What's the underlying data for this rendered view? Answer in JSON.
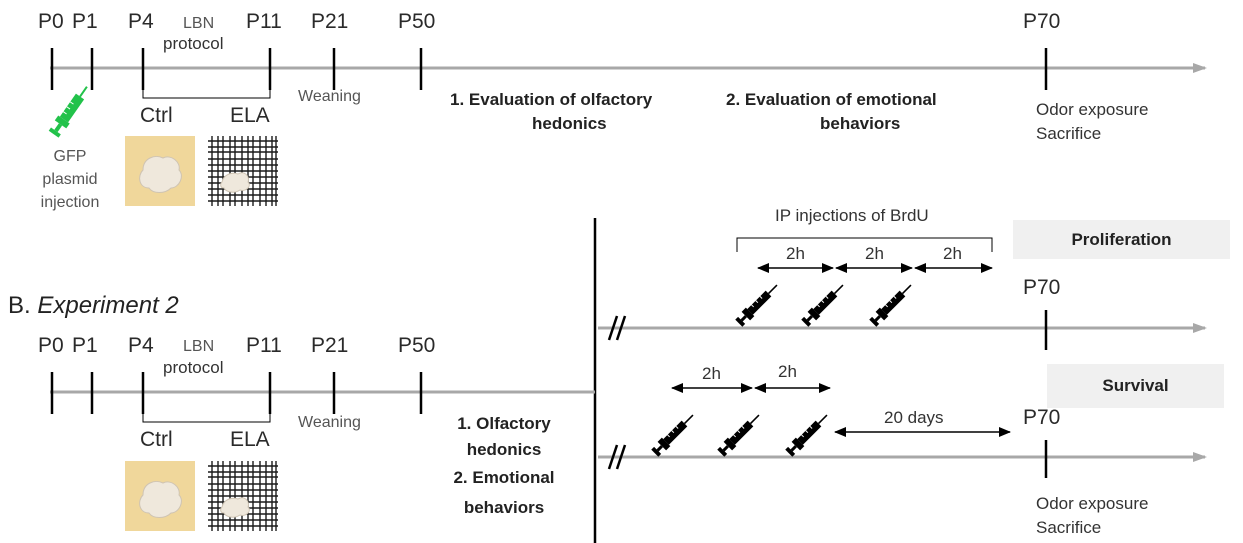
{
  "experiment1": {
    "days": [
      "P0",
      "P1",
      "P4",
      "P11",
      "P21",
      "P50",
      "P70"
    ],
    "lbn_label": "LBN",
    "protocol_label": "protocol",
    "weaning": "Weaning",
    "step1": [
      "1. Evaluation of olfactory",
      "hedonics"
    ],
    "step2": [
      "2. Evaluation of emotional",
      "behaviors"
    ],
    "end_event": [
      "Odor exposure",
      "Sacrifice"
    ],
    "injection": [
      "GFP",
      "plasmid",
      "injection"
    ],
    "ctrl": "Ctrl",
    "ela": "ELA"
  },
  "experiment2": {
    "title_prefix": "B.",
    "title_italic": "Experiment 2",
    "days": [
      "P0",
      "P1",
      "P4",
      "P11",
      "P21",
      "P50"
    ],
    "lbn_label": "LBN",
    "protocol_label": "protocol",
    "weaning": "Weaning",
    "steps": [
      "1. Olfactory",
      "hedonics",
      "2. Emotional",
      "behaviors"
    ],
    "ctrl": "Ctrl",
    "ela": "ELA",
    "proliferation": {
      "box_label": "Proliferation",
      "bracket_label": "IP injections of BrdU",
      "intervals": [
        "2h",
        "2h",
        "2h"
      ],
      "end_day": "P70"
    },
    "survival": {
      "box_label": "Survival",
      "intervals": [
        "2h",
        "2h"
      ],
      "wait": "20 days",
      "end_day": "P70",
      "end_event": [
        "Odor exposure",
        "Sacrifice"
      ]
    }
  },
  "colors": {
    "axis": "#a8a8a8",
    "tick": "#000000",
    "syringe_green": "#22c24a",
    "cage_ctrl": "#f0d79b",
    "box_bg": "#f0f0f0"
  },
  "icons": [
    "syringe-icon",
    "nest-icon",
    "grid-cage-icon"
  ]
}
